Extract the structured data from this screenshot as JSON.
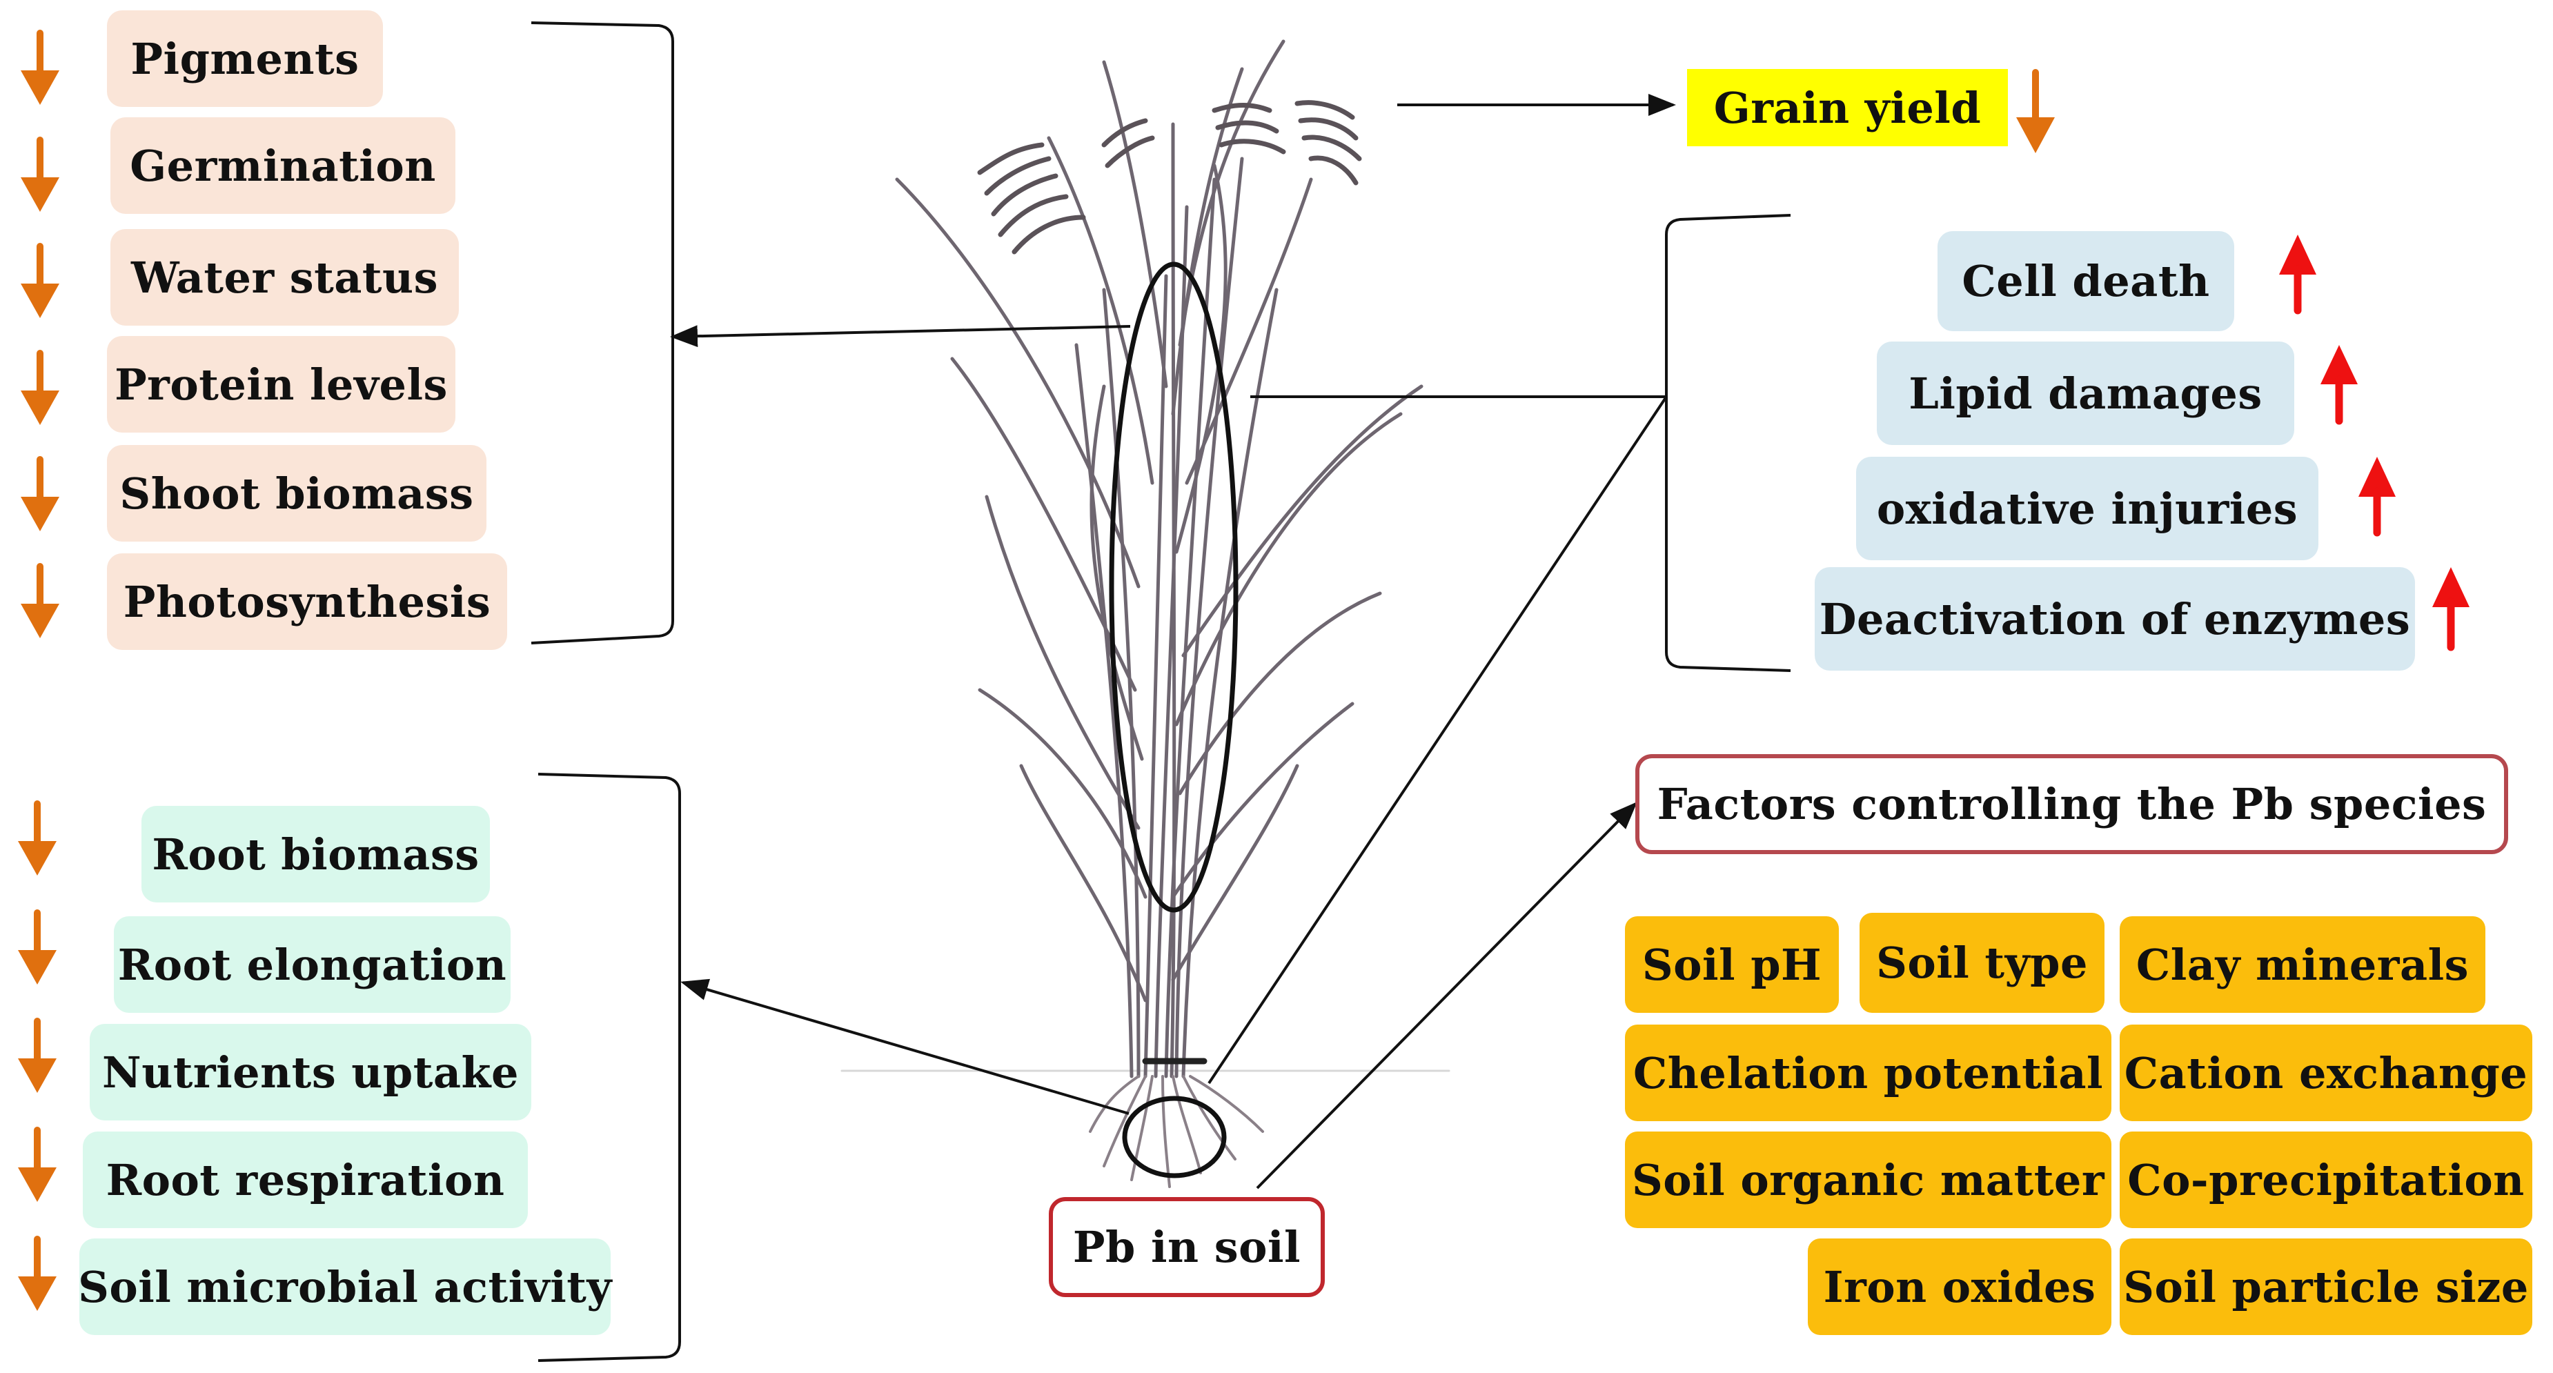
{
  "shoot_effects": [
    "Pigments",
    "Germination",
    "Water status",
    "Protein levels",
    "Shoot biomass",
    "Photosynthesis"
  ],
  "root_effects": [
    "Root biomass",
    "Root elongation",
    "Nutrients uptake",
    "Root respiration",
    "Soil microbial activity"
  ],
  "grain_yield": "Grain yield",
  "stress_effects": [
    "Cell death",
    "Lipid damages",
    "oxidative injuries",
    "Deactivation of enzymes"
  ],
  "factors_title": "Factors controlling the Pb species",
  "factors": [
    "Soil pH",
    "Soil type",
    "Clay minerals",
    "Chelation potential",
    "Cation exchange",
    "Soil organic matter",
    "Co-precipitation",
    "Iron oxides",
    "Soil particle size"
  ],
  "pb_in_soil": "Pb in soil",
  "colors": {
    "decrease_arrow": "#e0700f",
    "increase_arrow": "#ee1111",
    "shoot_box": "#fae5d8",
    "root_box": "#d9f8ec",
    "stress_box": "#d8e9f1",
    "factor_box": "#fbbd0c",
    "grain_yield_box": "#ffff00",
    "pb_border": "#c0272d"
  },
  "icons": {
    "decrease": "arrow-down-icon",
    "increase": "arrow-up-icon",
    "plant": "rice-plant-illustration"
  }
}
